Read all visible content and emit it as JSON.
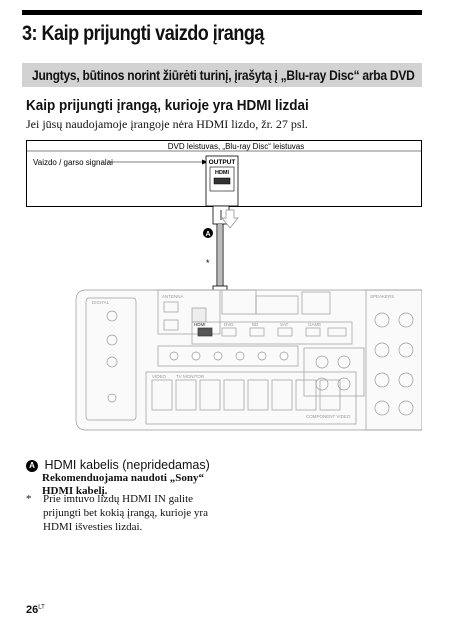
{
  "header": {
    "title": "3: Kaip prijungti vaizdo įrangą"
  },
  "banner": {
    "text": "Jungtys, būtinos norint žiūrėti turinį, įrašytą į „Blu-ray Disc“ arba DVD"
  },
  "section": {
    "heading": "Kaip prijungti įrangą, kurioje yra HDMI lizdai",
    "intro": "Jei jūsų naudojamoje įrangoje nėra HDMI lizdo, žr. 27 psl."
  },
  "diagram": {
    "player_label": "DVD leistuvas, „Blu-ray Disc“ leistuvas",
    "signal_label": "Vaizdo / garso signalai",
    "output_label": "OUTPUT",
    "hdmi_label": "HDMI",
    "cable_marker": "A",
    "asterisk": "*",
    "receiver_labels": {
      "digital": "DIGITAL",
      "antenna": "ANTENNA",
      "hdmi": "HDMI",
      "dvd": "DVD",
      "bd": "BD",
      "sat": "SAT",
      "game": "GAME",
      "tv_monitor": "TV MONITOR",
      "video": "VIDEO",
      "component_video": "COMPONENT VIDEO",
      "speakers": "SPEAKERS"
    }
  },
  "callout": {
    "badge": "A",
    "title": "HDMI kabelis (nepridedamas)",
    "recommendation": "Rekomenduojama naudoti „Sony“ HDMI kabelį."
  },
  "footnote": {
    "mark": "*",
    "text": "Prie imtuvo lizdų HDMI IN galite prijungti bet kokią įrangą, kurioje yra HDMI išvesties lizdai."
  },
  "page": {
    "number": "26",
    "suffix": "LT"
  },
  "colors": {
    "banner": "#d2d2d2",
    "rule": "#000000",
    "device_gray": "#9a9a9a"
  }
}
